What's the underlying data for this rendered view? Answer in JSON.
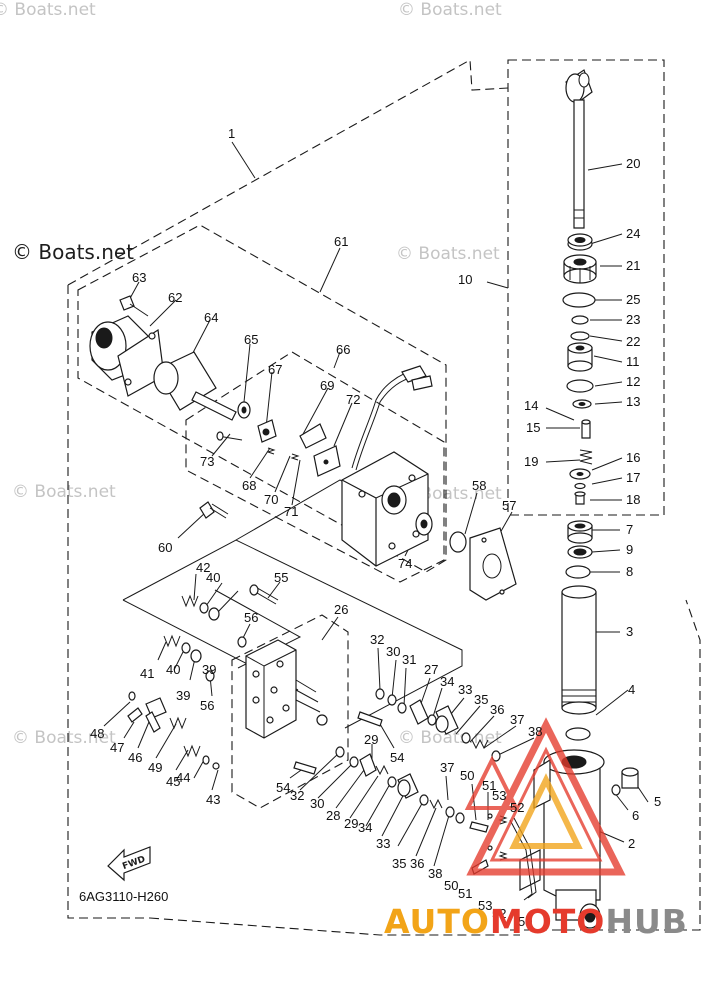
{
  "diagram": {
    "code": "6AG3110-H260",
    "fwd_label": "FWD",
    "callouts": [
      "1",
      "2",
      "3",
      "4",
      "5",
      "6",
      "7",
      "8",
      "9",
      "10",
      "11",
      "12",
      "13",
      "14",
      "15",
      "16",
      "17",
      "18",
      "19",
      "20",
      "21",
      "22",
      "23",
      "24",
      "25",
      "26",
      "27",
      "28",
      "29",
      "30",
      "31",
      "32",
      "33",
      "34",
      "35",
      "36",
      "37",
      "38",
      "39",
      "40",
      "41",
      "42",
      "43",
      "44",
      "45",
      "46",
      "47",
      "48",
      "49",
      "50",
      "51",
      "52",
      "53",
      "54",
      "55",
      "56",
      "57",
      "58",
      "59",
      "60",
      "61",
      "62",
      "63",
      "64",
      "65",
      "66",
      "67",
      "68",
      "69",
      "70",
      "71",
      "72",
      "73",
      "74"
    ]
  },
  "watermark": {
    "main": "© Boats.net",
    "faint": "© Boats.net"
  },
  "brand": {
    "part1": "AUTO",
    "part2": "MOTO",
    "part3": "HUB"
  },
  "colors": {
    "line": "#1a1a1a",
    "brand_orange": "#f2a418",
    "brand_red": "#e53a2c",
    "brand_gray": "#8a8a8a"
  }
}
